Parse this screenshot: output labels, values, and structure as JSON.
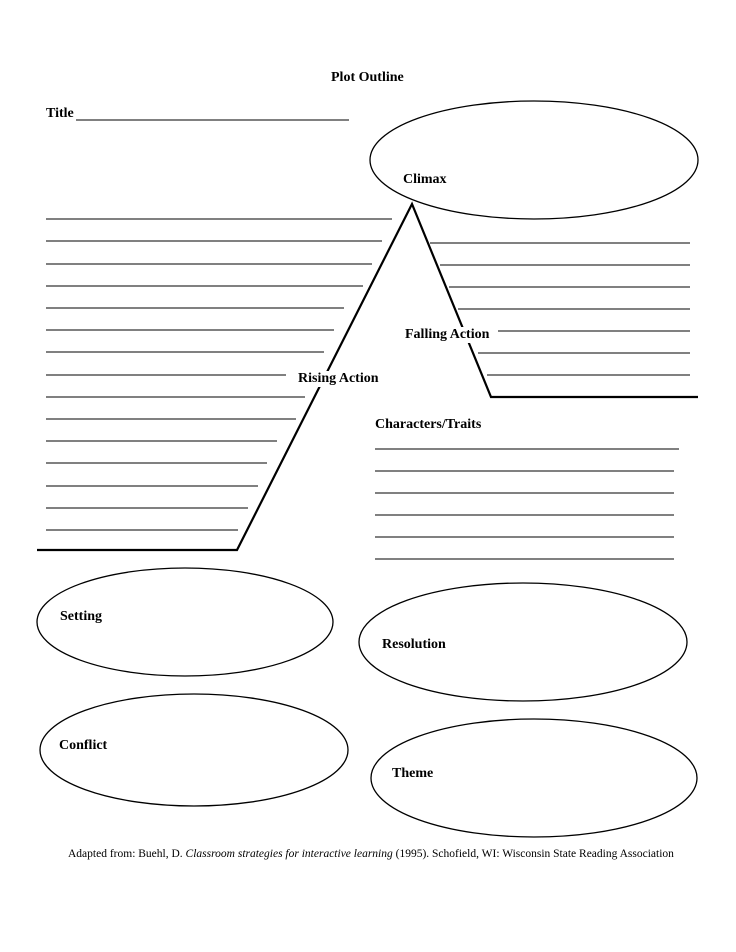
{
  "page_title": "Plot Outline",
  "title_field": {
    "label": "Title"
  },
  "diagram": {
    "climax": "Climax",
    "falling_action": "Falling Action",
    "rising_action": "Rising Action",
    "characters": "Characters/Traits"
  },
  "ovals": {
    "setting": "Setting",
    "resolution": "Resolution",
    "conflict": "Conflict",
    "theme": "Theme"
  },
  "citation": {
    "prefix": "Adapted from:  Buehl, D.",
    "book": "Classroom strategies for interactive learning",
    "suffix": "(1995).   Schofield, WI:  Wisconsin State Reading Association"
  }
}
